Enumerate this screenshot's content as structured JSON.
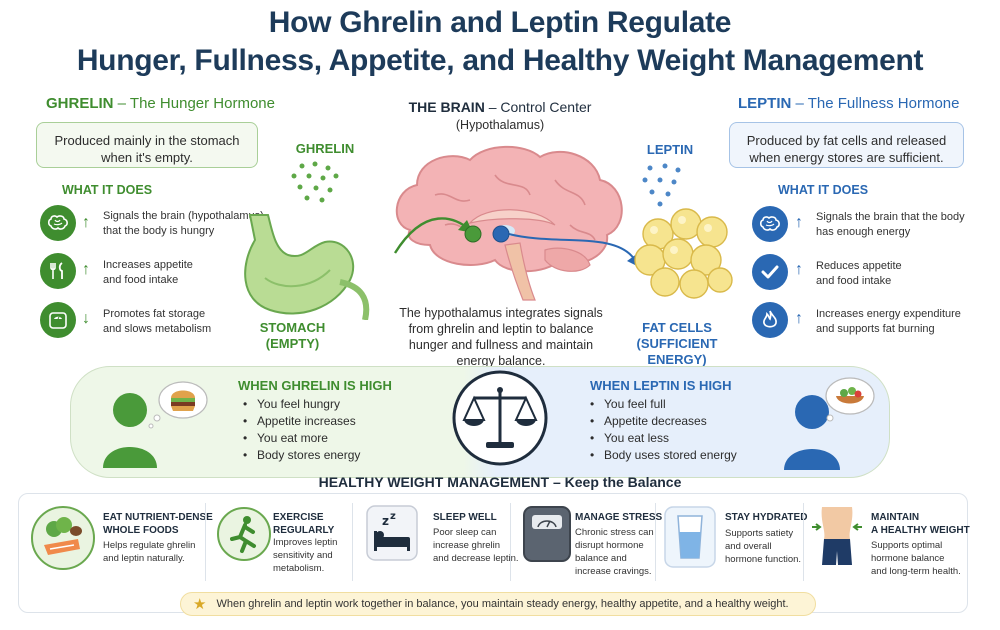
{
  "title": {
    "line1": "How Ghrelin and Leptin Regulate",
    "line2": "Hunger, Fullness, Appetite, and Healthy Weight Management"
  },
  "ghrelin": {
    "heading": "GHRELIN",
    "subheading": "– The Hunger Hormone",
    "box_text": [
      "Produced mainly in the stomach",
      "when it's empty."
    ],
    "what_it_does": "WHAT IT DOES",
    "label": "GHRELIN",
    "organ_label": [
      "STOMACH",
      "(EMPTY)"
    ],
    "items": [
      {
        "icon": "brain-icon",
        "arrow": "↑",
        "text": [
          "Signals the brain (hypothalamus)",
          "that the body is hungry"
        ]
      },
      {
        "icon": "fork-knife-icon",
        "arrow": "↑",
        "text": [
          "Increases appetite",
          "and food intake"
        ]
      },
      {
        "icon": "scale-icon",
        "arrow": "↓",
        "text": [
          "Promotes fat storage",
          "and slows metabolism"
        ]
      }
    ]
  },
  "brain": {
    "heading": "THE BRAIN",
    "subheading": "– Control Center",
    "subheading2": "(Hypothalamus)",
    "description": [
      "The hypothalamus integrates signals",
      "from ghrelin and leptin to balance",
      "hunger and fullness and maintain",
      "energy balance."
    ]
  },
  "leptin": {
    "heading": "LEPTIN",
    "subheading": "– The Fullness Hormone",
    "box_text": [
      "Produced by fat cells and released",
      "when energy stores are sufficient."
    ],
    "what_it_does": "WHAT IT DOES",
    "label": "LEPTIN",
    "organ_label": [
      "FAT CELLS",
      "(SUFFICIENT ENERGY)"
    ],
    "items": [
      {
        "icon": "brain-icon",
        "arrow": "↑",
        "text": [
          "Signals the brain that the body",
          "has enough energy"
        ]
      },
      {
        "icon": "checkmark-icon",
        "arrow": "↑",
        "text": [
          "Reduces appetite",
          "and food intake"
        ]
      },
      {
        "icon": "flame-icon",
        "arrow": "↑",
        "text": [
          "Increases energy expenditure",
          "and supports fat burning"
        ]
      }
    ]
  },
  "banner": {
    "ghrelin_high": {
      "heading": "WHEN GHRELIN IS HIGH",
      "items": [
        "You feel hungry",
        "Appetite increases",
        "You eat more",
        "Body stores energy"
      ]
    },
    "leptin_high": {
      "heading": "WHEN LEPTIN IS HIGH",
      "items": [
        "You feel full",
        "Appetite decreases",
        "You eat less",
        "Body uses stored energy"
      ]
    }
  },
  "healthy": {
    "heading": "HEALTHY WEIGHT MANAGEMENT",
    "subheading": "– Keep the Balance",
    "tips": [
      {
        "icon": "food-icon",
        "title": [
          "EAT NUTRIENT-DENSE",
          "WHOLE FOODS"
        ],
        "text": [
          "Helps regulate ghrelin",
          "and leptin naturally."
        ]
      },
      {
        "icon": "runner-icon",
        "title": [
          "EXERCISE",
          "REGULARLY"
        ],
        "text": [
          "Improves leptin",
          "sensitivity and",
          "metabolism."
        ]
      },
      {
        "icon": "sleep-icon",
        "title": [
          "SLEEP WELL"
        ],
        "text": [
          "Poor sleep can",
          "increase ghrelin",
          "and decrease leptin."
        ]
      },
      {
        "icon": "scale-icon",
        "title": [
          "MANAGE STRESS"
        ],
        "text": [
          "Chronic stress can",
          "disrupt hormone",
          "balance and",
          "increase cravings."
        ]
      },
      {
        "icon": "water-glass-icon",
        "title": [
          "STAY HYDRATED"
        ],
        "text": [
          "Supports satiety",
          "and overall",
          "hormone function."
        ]
      },
      {
        "icon": "waist-icon",
        "title": [
          "MAINTAIN",
          "A HEALTHY WEIGHT"
        ],
        "text": [
          "Supports optimal",
          "hormone balance",
          "and long-term health."
        ]
      }
    ],
    "footer": "When ghrelin and leptin work together in balance, you maintain steady energy, healthy appetite, and a healthy weight."
  }
}
